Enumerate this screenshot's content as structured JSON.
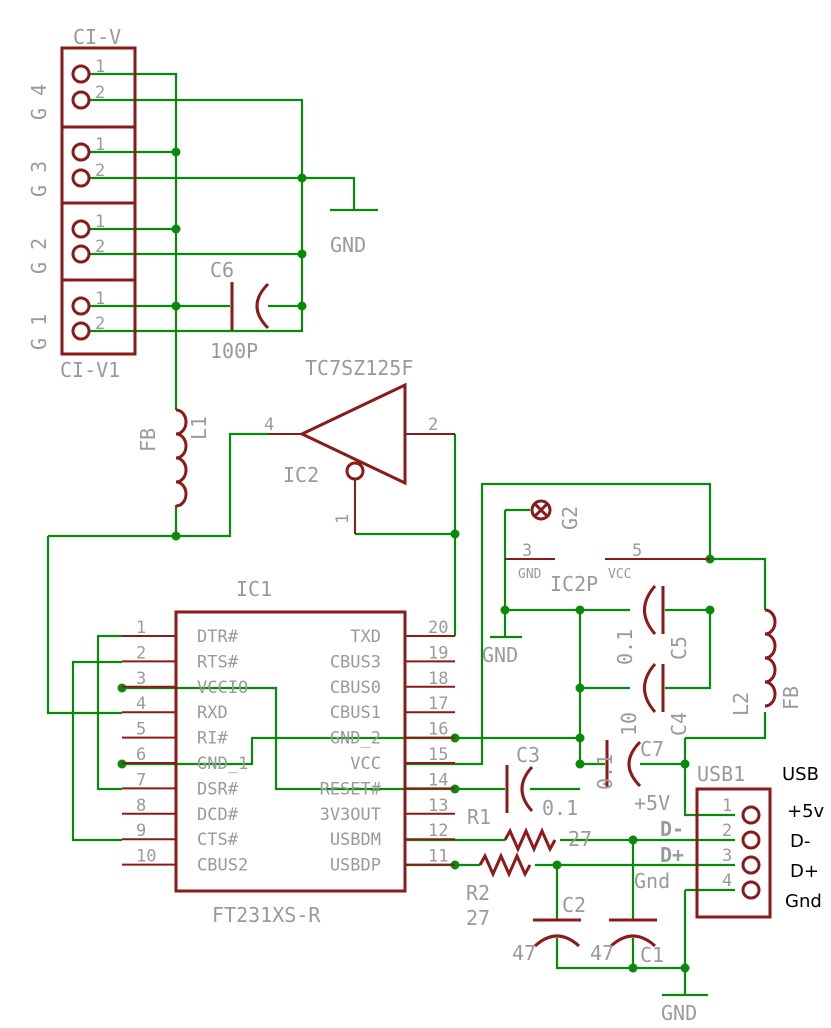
{
  "colors": {
    "symbol": "#8b1a1a",
    "wire": "#0a8a0a",
    "label": "#9a9a9a",
    "usb_label": "#000000",
    "background": "#ffffff"
  },
  "header_ci_v": "CI-V",
  "header_ci_v1": "CI-V1",
  "rows": [
    {
      "group": "G 4",
      "pin1": "1",
      "pin2": "2"
    },
    {
      "group": "G 3",
      "pin1": "1",
      "pin2": "2"
    },
    {
      "group": "G 2",
      "pin1": "1",
      "pin2": "2"
    },
    {
      "group": "G 1",
      "pin1": "1",
      "pin2": "2"
    }
  ],
  "gnd_label": "GND",
  "c6": {
    "name": "C6",
    "value": "100P"
  },
  "l1": {
    "name": "L1",
    "value": "FB"
  },
  "ic2": {
    "name": "IC2",
    "part": "TC7SZ125F",
    "pin_in": "4",
    "pin_out": "2",
    "pin_oe": "1"
  },
  "g2": "G2",
  "ic2p": {
    "name": "IC2P",
    "gnd_pin": "3",
    "gnd_label": "GND",
    "vcc_pin": "5",
    "vcc_label": "VCC"
  },
  "c5": {
    "name": "C5",
    "value": "0.1"
  },
  "c4": {
    "name": "C4",
    "value": "10"
  },
  "l2": {
    "name": "L2",
    "value": "FB"
  },
  "c7": {
    "name": "C7",
    "value": "0.1"
  },
  "c3": {
    "name": "C3",
    "value": "0.1"
  },
  "ic1": {
    "name": "IC1",
    "part": "FT231XS-R",
    "left_pins": [
      {
        "num": "1",
        "name": "DTR#"
      },
      {
        "num": "2",
        "name": "RTS#"
      },
      {
        "num": "3",
        "name": "VCCIO"
      },
      {
        "num": "4",
        "name": "RXD"
      },
      {
        "num": "5",
        "name": "RI#"
      },
      {
        "num": "6",
        "name": "GND_1"
      },
      {
        "num": "7",
        "name": "DSR#"
      },
      {
        "num": "8",
        "name": "DCD#"
      },
      {
        "num": "9",
        "name": "CTS#"
      },
      {
        "num": "10",
        "name": "CBUS2"
      }
    ],
    "right_pins": [
      {
        "num": "20",
        "name": "TXD"
      },
      {
        "num": "19",
        "name": "CBUS3"
      },
      {
        "num": "18",
        "name": "CBUS0"
      },
      {
        "num": "17",
        "name": "CBUS1"
      },
      {
        "num": "16",
        "name": "GND_2"
      },
      {
        "num": "15",
        "name": "VCC"
      },
      {
        "num": "14",
        "name": "RESET#"
      },
      {
        "num": "13",
        "name": "3V3OUT"
      },
      {
        "num": "12",
        "name": "USBDM"
      },
      {
        "num": "11",
        "name": "USBDP"
      }
    ]
  },
  "r1": {
    "name": "R1",
    "value": "27"
  },
  "r2": {
    "name": "R2",
    "value": "27"
  },
  "c2": {
    "name": "C2",
    "value": "47"
  },
  "c1": {
    "name": "C1",
    "value": "47"
  },
  "usb1": {
    "name": "USB1",
    "pins": [
      {
        "num": "1",
        "net": "+5V",
        "label": "+5v"
      },
      {
        "num": "2",
        "net": "D-",
        "label": "D-"
      },
      {
        "num": "3",
        "net": "D+",
        "label": "D+"
      },
      {
        "num": "4",
        "net": "Gnd",
        "label": "Gnd"
      }
    ],
    "title": "USB"
  },
  "gnd_bottom": "GND"
}
